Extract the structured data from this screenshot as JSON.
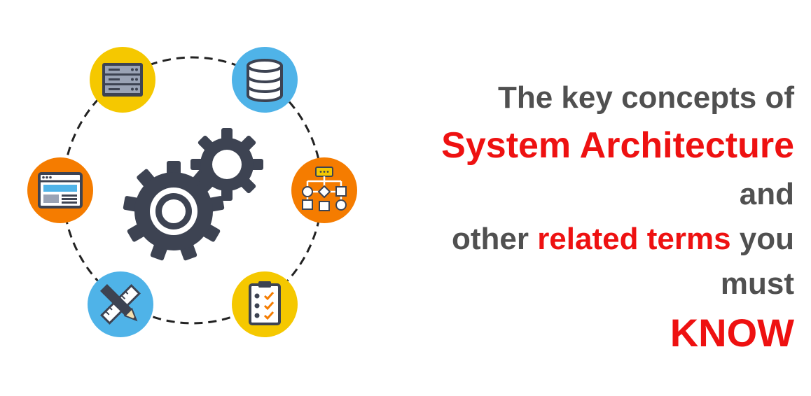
{
  "headline": {
    "line1": "The key concepts of",
    "line2": "System Architecture",
    "line3": "and",
    "line4_before": "other ",
    "line4_highlight": "related terms",
    "line4_after": " you",
    "line5": "must",
    "line6": "KNOW"
  },
  "colors": {
    "text_gray": "#505050",
    "accent_red": "#ee1111",
    "gear": "#3d4352",
    "badge_yellow": "#f5c800",
    "badge_blue": "#4fb3e8",
    "badge_orange": "#f57c00"
  },
  "icons": [
    {
      "name": "server-rack-icon",
      "badge": "yellow"
    },
    {
      "name": "database-icon",
      "badge": "blue"
    },
    {
      "name": "browser-window-icon",
      "badge": "orange"
    },
    {
      "name": "flowchart-icon",
      "badge": "orange"
    },
    {
      "name": "ruler-pencil-icon",
      "badge": "blue"
    },
    {
      "name": "checklist-clipboard-icon",
      "badge": "yellow"
    },
    {
      "name": "gears-icon",
      "badge": "none"
    }
  ]
}
